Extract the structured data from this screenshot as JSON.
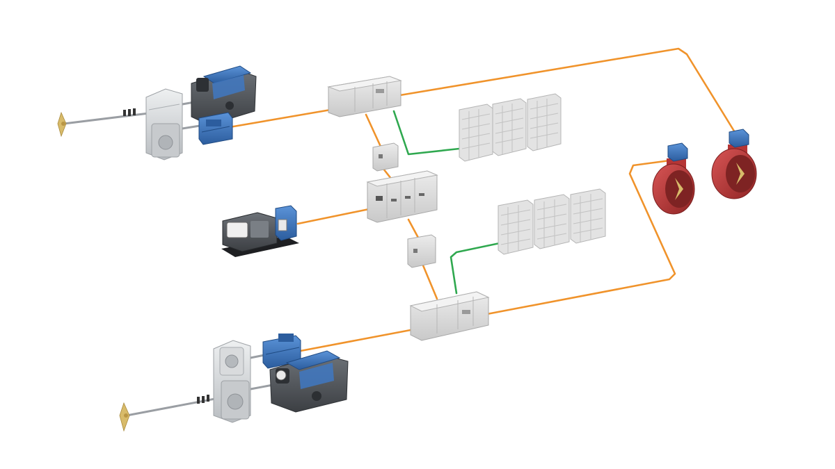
{
  "colors": {
    "ac_cable": "#f0932b",
    "dc_cable": "#2fa84f",
    "motor_blue": "#3f78c2",
    "motor_blue_dark": "#24528f",
    "engine_grey": "#55595e",
    "gearbox_grey": "#d6d8da",
    "cabinet_grey": "#dcdcdc",
    "battery_grey": "#e3e3e3",
    "thruster_red": "#c23a3a",
    "propeller_gold": "#d8bb6a"
  },
  "components": [
    {
      "id": "top-propulsion-line",
      "icon": "propeller-shaft-gearbox-engine-motor"
    },
    {
      "id": "bottom-propulsion-line",
      "icon": "propeller-shaft-gearbox-engine-motor"
    },
    {
      "id": "generator-set",
      "icon": "diesel-generator"
    },
    {
      "id": "top-drive-cabinet",
      "icon": "switchboard-cabinet"
    },
    {
      "id": "main-switchboard",
      "icon": "switchboard-cabinet"
    },
    {
      "id": "bottom-drive-cabinet",
      "icon": "switchboard-cabinet"
    },
    {
      "id": "top-transformer-box",
      "icon": "junction-box"
    },
    {
      "id": "bottom-transformer-box",
      "icon": "junction-box"
    },
    {
      "id": "top-battery-bank",
      "icon": "battery-racks"
    },
    {
      "id": "bottom-battery-bank",
      "icon": "battery-racks"
    },
    {
      "id": "tunnel-thruster-1",
      "icon": "tunnel-thruster"
    },
    {
      "id": "tunnel-thruster-2",
      "icon": "tunnel-thruster"
    }
  ]
}
